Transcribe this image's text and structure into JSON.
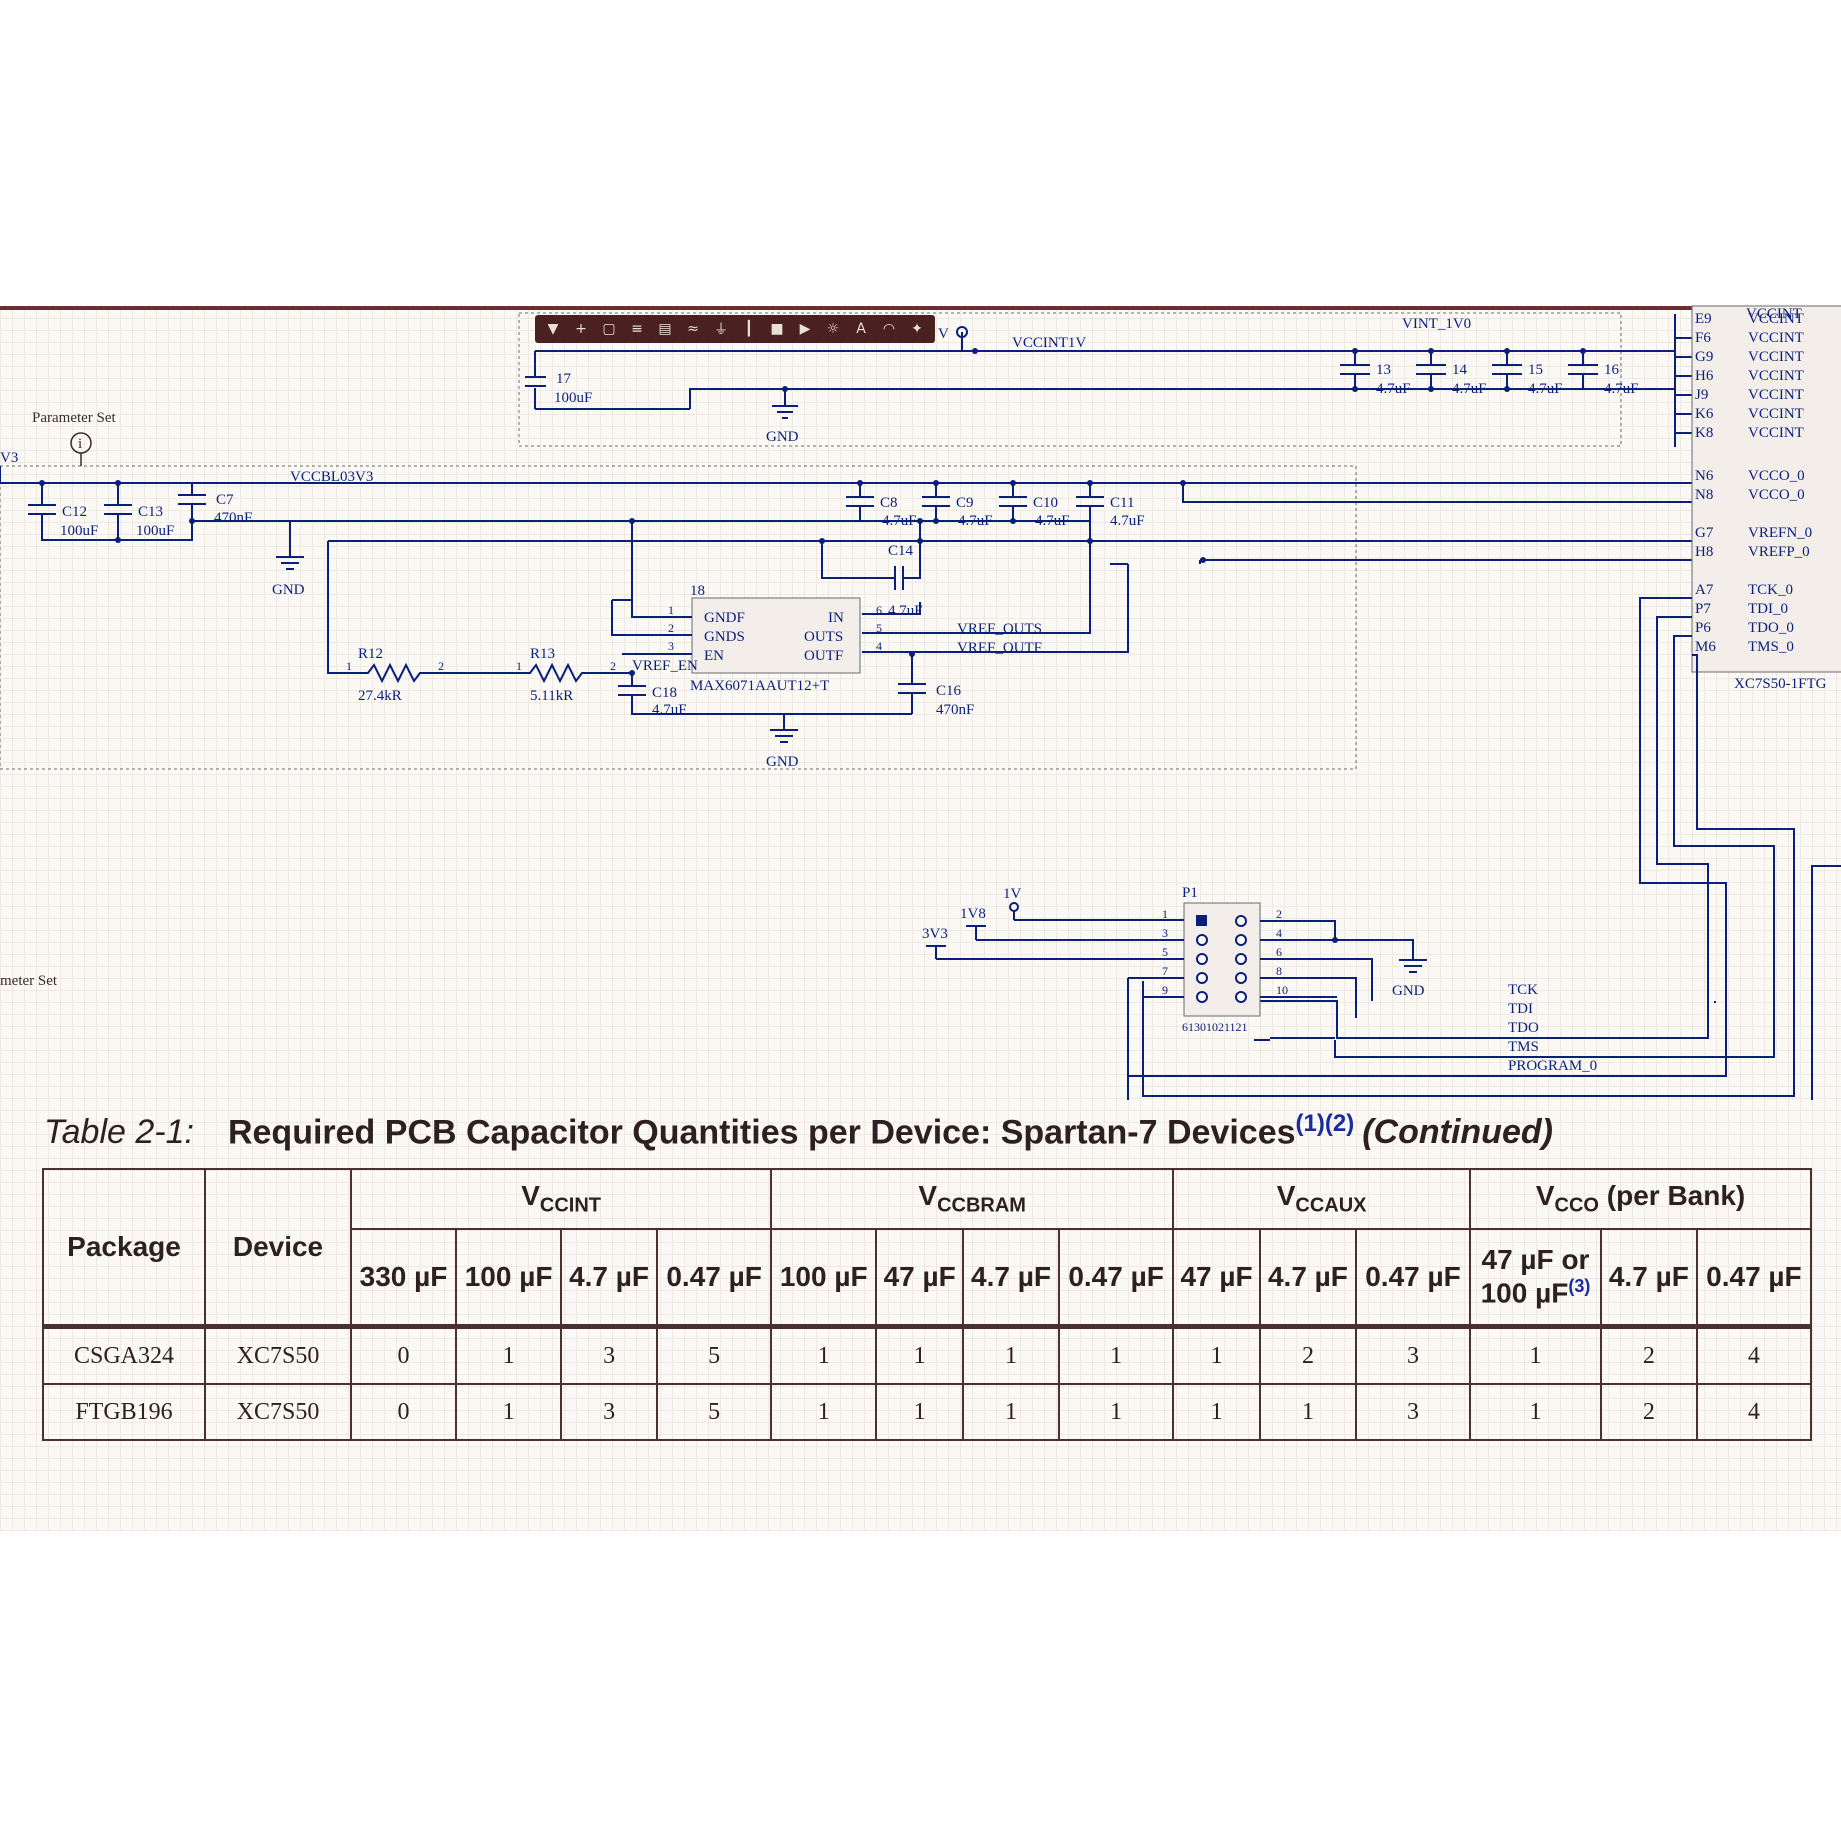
{
  "toolbar": {
    "icons": [
      "filter-icon",
      "plus-icon",
      "select-rect-icon",
      "align-icon",
      "component-icon",
      "wire-icon",
      "ground-icon",
      "bus-icon",
      "part-icon",
      "port-icon",
      "power-icon",
      "text-icon",
      "arc-icon",
      "gear-icon"
    ],
    "text_a": "A"
  },
  "schematic": {
    "param_set_1": "Parameter Set",
    "param_set_2": "meter Set",
    "param_symbol": "i",
    "v3_label": "V3",
    "vccint_port": "V",
    "net_vccint1v": "VCCINT1V",
    "net_vint_1v0": "VINT_1V0",
    "net_vccbl03v3": "VCCBL03V3",
    "gnd": "GND",
    "c17": "17",
    "c17_val": "100uF",
    "c13r": "13",
    "c14r": "14",
    "c15r": "15",
    "c16r": "16",
    "val_4u7": "4.7uF",
    "c12": "C12",
    "c12_val": "100uF",
    "c13": "C13",
    "c13_val": "100uF",
    "c7": "C7",
    "c7_val": "470nF",
    "c8": "C8",
    "c9": "C9",
    "c10": "C10",
    "c11": "C11",
    "c14": "C14",
    "c14_val": "4.7uF",
    "c16": "C16",
    "c16_val": "470nF",
    "c18": "C18",
    "c18_val": "4.7uF",
    "r12": "R12",
    "r12_val": "27.4kR",
    "r13": "R13",
    "r13_val": "5.11kR",
    "u18": "18",
    "u18_part": "MAX6071AAUT12+T",
    "u18_pins_left": [
      "GNDF",
      "GNDS",
      "EN"
    ],
    "u18_pins_right": [
      "IN",
      "OUTS",
      "OUTF"
    ],
    "vref_outs": "VREF_OUTS",
    "vref_outf": "VREF_OUTF",
    "vref_en": "VREF_EN",
    "fpga_balls": [
      "E9",
      "F6",
      "G9",
      "H6",
      "J9",
      "K6",
      "K8",
      "N6",
      "N8",
      "G7",
      "H8",
      "A7",
      "P7",
      "P6",
      "M6"
    ],
    "fpga_pins": [
      "VCCINT",
      "VCCINT",
      "VCCINT",
      "VCCINT",
      "VCCINT",
      "VCCINT",
      "VCCINT",
      "VCCO_0",
      "VCCO_0",
      "VREFN_0",
      "VREFP_0",
      "TCK_0",
      "TDI_0",
      "TDO_0",
      "TMS_0"
    ],
    "fpga_top_clip": "VCCINT",
    "fpga_part": "XC7S50-1FTG",
    "p1": "P1",
    "p1_part": "61301021121",
    "p1_left_nums": [
      "1",
      "3",
      "5",
      "7",
      "9"
    ],
    "p1_right_nums": [
      "2",
      "4",
      "6",
      "8",
      "10"
    ],
    "pwr_1v": "1V",
    "pwr_1v8": "1V8",
    "pwr_3v3": "3V3",
    "jtag_nets": [
      "TCK",
      "TDI",
      "TDO",
      "TMS",
      "PROGRAM_0"
    ],
    "pin_nums": {
      "one": "1",
      "two": "2",
      "three": "3",
      "four": "4",
      "five": "5",
      "six": "6"
    }
  },
  "table": {
    "number": "Table 2-1:",
    "title": "Required PCB Capacitor Quantities per Device: Spartan-7 Devices",
    "title_notes": "(1)(2)",
    "continued": "(Continued)",
    "col_package": "Package",
    "col_device": "Device",
    "groups": [
      {
        "v": "V",
        "sub": "CCINT",
        "suffix": ""
      },
      {
        "v": "V",
        "sub": "CCBRAM",
        "suffix": ""
      },
      {
        "v": "V",
        "sub": "CCAUX",
        "suffix": ""
      },
      {
        "v": "V",
        "sub": "CCO",
        "suffix": " (per Bank)"
      }
    ],
    "subcols": [
      "330 µF",
      "100 µF",
      "4.7 µF",
      "0.47 µF",
      "100 µF",
      "47 µF",
      "4.7 µF",
      "0.47 µF",
      "47 µF",
      "4.7 µF",
      "0.47 µF",
      "47 µF or 100 µF",
      "4.7 µF",
      "0.47 µF"
    ],
    "subcol_note": "(3)",
    "rows": [
      {
        "package": "CSGA324",
        "device": "XC7S50",
        "values": [
          "0",
          "1",
          "3",
          "5",
          "1",
          "1",
          "1",
          "1",
          "1",
          "2",
          "3",
          "1",
          "2",
          "4"
        ]
      },
      {
        "package": "FTGB196",
        "device": "XC7S50",
        "values": [
          "0",
          "1",
          "3",
          "5",
          "1",
          "1",
          "1",
          "1",
          "1",
          "1",
          "3",
          "1",
          "2",
          "4"
        ]
      }
    ]
  }
}
